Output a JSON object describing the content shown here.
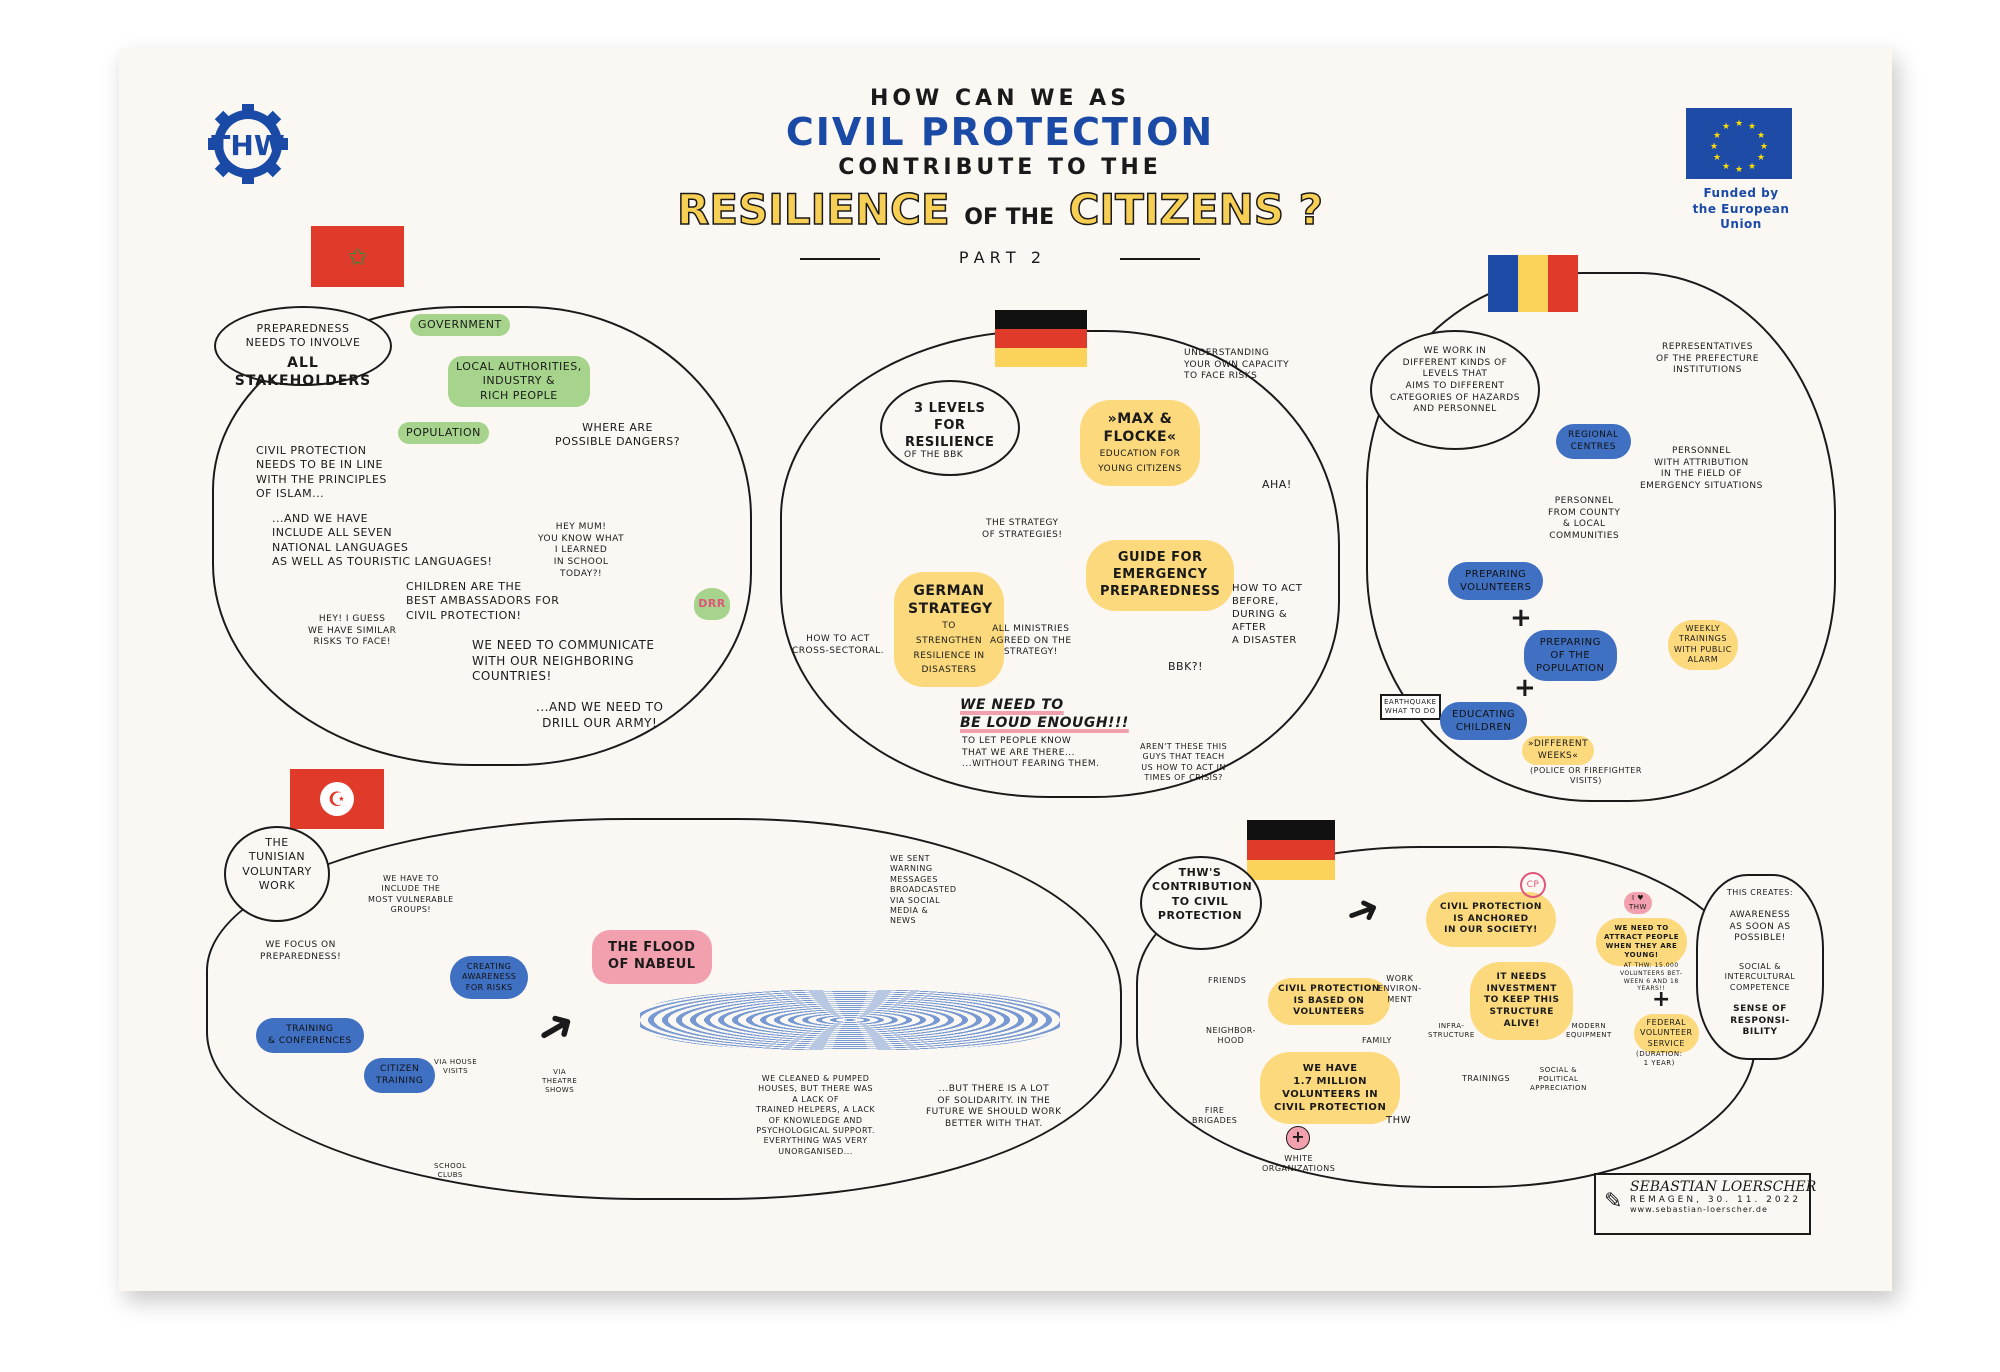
{
  "colors": {
    "blue": "#1a4aa6",
    "yellow": "#f7cf55",
    "pink": "#f2a0ae",
    "green": "#a6d48c",
    "highlight_blue": "#3f70c2"
  },
  "header": {
    "line1": "How can we as",
    "line2": "Civil Protection",
    "line3": "contribute to the",
    "line4a": "Resilience",
    "line4b": "of the",
    "line4c": "Citizens ?",
    "part": "P A R T   2",
    "funding": "Funded by\nthe European Union",
    "logo_text": "THW"
  },
  "morocco": {
    "stakeholders": "Preparedness\nneeds to involve",
    "stakeholders_big": "All Stakeholders",
    "government": "Government",
    "local": "Local authorities,\nindustry &\nrich people",
    "population": "Population",
    "dangers": "Where are\npossible dangers?",
    "islam": "Civil Protection\nneeds to be in line\nwith the principles\nof Islam...",
    "languages": "...and we have\ninclude all seven\nnational languages\nas well as touristic languages!",
    "mum": "Hey mum!\nYou know what\nI learned\nin school\ntoday?!",
    "children": "Children are the\nbest ambassadors for\ncivil protection!",
    "drr": "DRR",
    "similar": "Hey! I guess\nwe have similar\nrisks to face!",
    "communicate": "We need to communicate\nwith our neighboring\ncountries!",
    "army": "...and we need to\ndrill our army!"
  },
  "germany_bbk": {
    "levels": "3 Levels\nfor\nResilience",
    "levels_sub": "of the BBK",
    "max": "»Max &\nFlocke«",
    "max_sub": "Education for\nyoung citizens",
    "capacity": "Understanding\nyour own capacity\nto face risks",
    "strategy": "German\nStrategy",
    "strategy_sub": "to strengthen\nresilience in\ndisasters",
    "strategies": "The strategy\nof strategies!",
    "cross": "How to act\ncross-sectoral.",
    "ministries": "All ministries\nagreed on the\nstrategy!",
    "guide": "Guide for\nEmergency\nPreparedness",
    "aha": "Aha!",
    "before": "How to act\nbefore,\nduring &\nafter\na disaster",
    "loud": "We need to\nbe loud enough!!!",
    "loud_sub": "To let people know\nthat we are there...\n...without fearing them.",
    "bbk": "BBK?!",
    "arent": "Aren't these this\nguys that teach\nus how to act in\ntimes of crisis?"
  },
  "romania": {
    "levels": "We work in\ndifferent kinds of\nlevels that\naims to different\ncategories of hazards\nand personnel",
    "regional": "Regional\ncentres",
    "representatives": "Representatives\nof the prefecture\ninstitutions",
    "personnel_field": "Personnel\nwith attribution\nin the field of\nemergency situations",
    "personnel_county": "Personnel\nfrom county\n& local\ncommunities",
    "volunteers": "Preparing\nvolunteers",
    "population": "Preparing\nof the\npopulation",
    "weekly": "Weekly\ntrainings\nwith public\nalarm",
    "children": "Educating\nchildren",
    "earthquake": "Earthquake\nwhat to do",
    "weeks": "»Different\nweeks«",
    "weeks_sub": "(police or firefighter\nvisits)",
    "plus": "+"
  },
  "tunisia": {
    "voluntary": "The\nTunisian\nvoluntary\nwork",
    "vulnerable": "We have to\ninclude the\nmost vulnerable\ngroups!",
    "focus": "We focus on\npreparedness!",
    "training": "Training\n& conferences",
    "awareness": "Creating\nawareness\nfor risks",
    "citizen": "Citizen\ntraining",
    "house": "via house\nvisits",
    "theatre": "via\ntheatre\nshows",
    "school": "School\nclubs",
    "flood": "The Flood\nof Nabeul",
    "warning": "We sent\nwarning\nmessages\nbroadcasted\nvia social\nmedia &\nnews",
    "cleaned": "We cleaned & pumped\nhouses, but there was\na lack of\ntrained helpers, a lack\nof knowledge and\npsychological support.\nEverything was very\nunorganised...",
    "solidarity": "...But there is a lot\nof solidarity. In the\nfuture we should work\nbetter with that."
  },
  "germany_thw": {
    "contribution": "THW's\ncontribution\nto civil\nprotection",
    "based": "Civil protection\nis based on\nvolunteers",
    "friends": "Friends",
    "work": "Work\nenviron-\nment",
    "neighborhood": "Neighbor-\nhood",
    "family": "Family",
    "million": "We have\n1.7 million\nvolunteers in\ncivil protection",
    "fire": "Fire\nbrigades",
    "thw": "THW",
    "white": "White\norganizations",
    "anchored": "Civil protection\nis anchored\nin our society!",
    "cp": "CP",
    "investment": "It needs\ninvestment\nto keep this\nstructure\nalive!",
    "infra": "Infra-\nstructure",
    "trainings": "Trainings",
    "social": "Social &\npolitical\nappreciation",
    "equipment": "Modern\nequipment",
    "love": "I ♥\nTHW",
    "young": "We need to\nattract people\nwhen they are\nyoung!",
    "stat": "At THW: 15.000\nvolunteers bet-\nween 6 and 18\nyears!!",
    "plus": "+",
    "federal": "Federal\nvolunteer\nservice",
    "federal_sub": "(Duration:\n1 year)",
    "creates": "This creates:",
    "awareness": "Awareness\nas soon as\npossible!",
    "social_comp": "Social &\nintercultural\ncompetence",
    "responsibility": "Sense of\nresponsi-\nbility"
  },
  "signature": {
    "name": "Sebastian Loerscher",
    "place": "Remagen, 30. 11. 2022",
    "url": "www.sebastian-loerscher.de"
  }
}
